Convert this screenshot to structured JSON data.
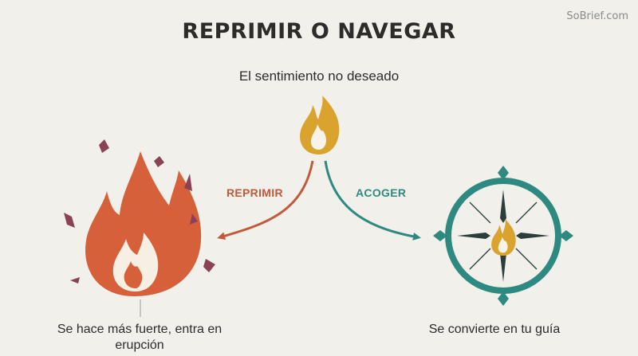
{
  "watermark": "SoBrief.com",
  "title": "REPRIMIR O NAVEGAR",
  "top_label": "El sentimiento no deseado",
  "branches": {
    "left": {
      "label": "REPRIMIR",
      "color": "#c05a3a"
    },
    "right": {
      "label": "ACOGER",
      "color": "#2e8a80"
    }
  },
  "captions": {
    "left": "Se hace más fuerte, entra en erupción",
    "right": "Se convierte en tu guía"
  },
  "icons": {
    "top": "flame-icon",
    "left": "eruption-fire-icon",
    "right": "compass-icon"
  },
  "colors": {
    "background": "#f1f0eb",
    "flame_small": "#d9a32e",
    "fire_large": "#d5603a",
    "sparks": "#8a4254",
    "compass": "#2e8a80",
    "text": "#2d2c2a"
  }
}
